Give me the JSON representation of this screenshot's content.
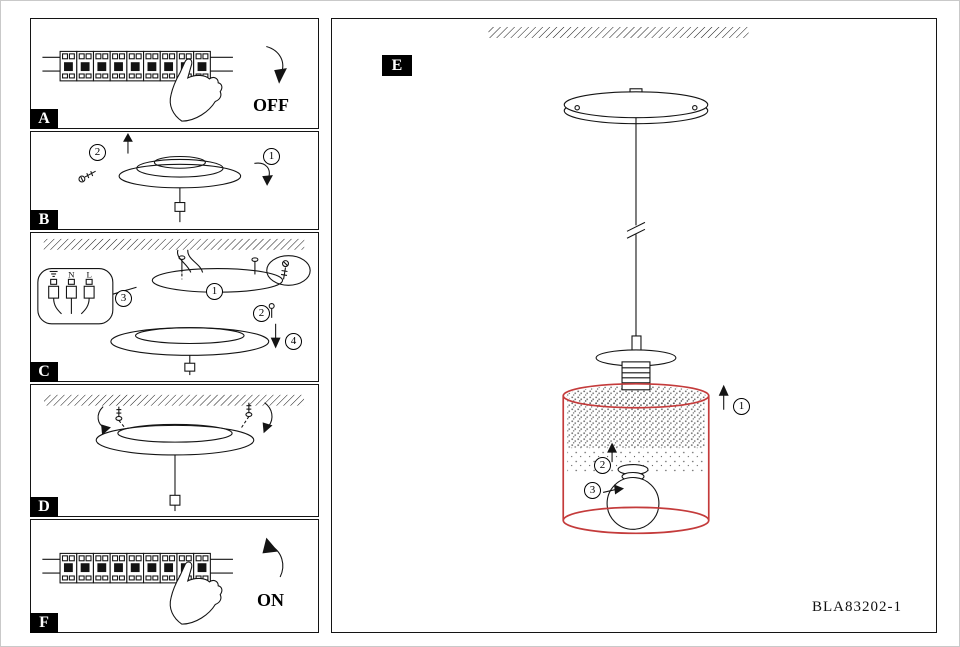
{
  "document": {
    "part_code": "BLA83202-1"
  },
  "panels": {
    "a": {
      "letter": "A",
      "caption": "OFF"
    },
    "b": {
      "letter": "B",
      "marker_1": "1",
      "marker_2": "2"
    },
    "c": {
      "letter": "C",
      "marker_1": "1",
      "marker_2": "2",
      "marker_3": "3",
      "marker_4": "4",
      "terminal": {
        "neutral": "N",
        "live": "L"
      }
    },
    "d": {
      "letter": "D"
    },
    "e": {
      "letter": "E",
      "marker_1": "1",
      "marker_2": "2",
      "marker_3": "3"
    },
    "f": {
      "letter": "F",
      "caption": "ON"
    }
  }
}
